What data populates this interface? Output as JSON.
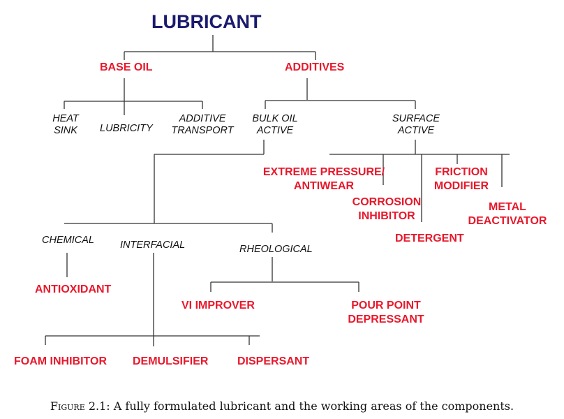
{
  "title": "LUBRICANT",
  "nodes": {
    "base_oil": "BASE OIL",
    "additives": "ADDITIVES",
    "heat_sink": [
      "HEAT",
      "SINK"
    ],
    "lubricity": "LUBRICITY",
    "additive_transport": [
      "ADDITIVE",
      "TRANSPORT"
    ],
    "bulk_oil_active": [
      "BULK OIL",
      "ACTIVE"
    ],
    "surface_active": [
      "SURFACE",
      "ACTIVE"
    ],
    "extreme_pressure": [
      "EXTREME PRESSURE/",
      "ANTIWEAR"
    ],
    "friction_modifier": [
      "FRICTION",
      "MODIFIER"
    ],
    "corrosion_inhibitor": [
      "CORROSION",
      "INHIBITOR"
    ],
    "metal_deactivator": [
      "METAL",
      "DEACTIVATOR"
    ],
    "detergent": "DETERGENT",
    "chemical": "CHEMICAL",
    "interfacial": "INTERFACIAL",
    "rheological": "RHEOLOGICAL",
    "antioxidant": "ANTIOXIDANT",
    "vi_improver": "VI IMPROVER",
    "pour_point_depressant": [
      "POUR POINT",
      "DEPRESSANT"
    ],
    "foam_inhibitor": "FOAM INHIBITOR",
    "demulsifier": "DEMULSIFIER",
    "dispersant": "DISPERSANT"
  },
  "caption": {
    "label": "Figure",
    "number": "2.1:",
    "text": "A fully formulated lubricant and the working areas of the components."
  }
}
